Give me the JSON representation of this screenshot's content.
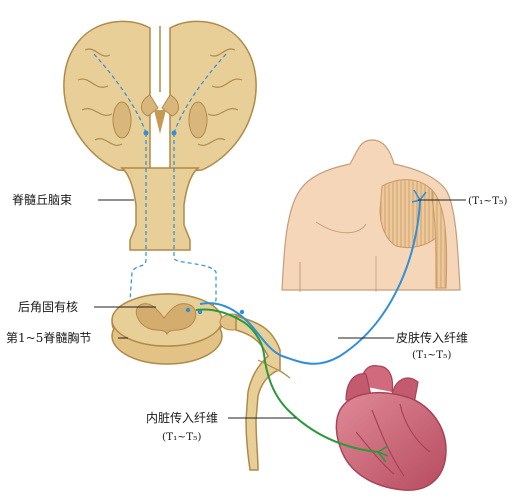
{
  "labels": {
    "spinothalamic": "脊髓丘脑束",
    "dorsal_horn": "后角固有核",
    "thoracic_segment": "第1~5脊髓胸节",
    "skin_afferent": "皮肤传入纤维",
    "skin_afferent_range": "(T₁~T₅)",
    "visceral_afferent": "内脏传入纤维",
    "visceral_afferent_range": "(T₁~T₅)",
    "chest_area_range": "(T₁~T₅)"
  },
  "colors": {
    "neural_tissue": "#e8cf97",
    "neural_dark": "#b08a4a",
    "skin": "#f5d6b8",
    "skin_outline": "#c89c7a",
    "referred_area": "#e9bf8a",
    "skin_fiber": "#2f8fd8",
    "visceral_fiber": "#2a9a3a",
    "heart": "#d16a7c",
    "heart_dark": "#a84356"
  }
}
